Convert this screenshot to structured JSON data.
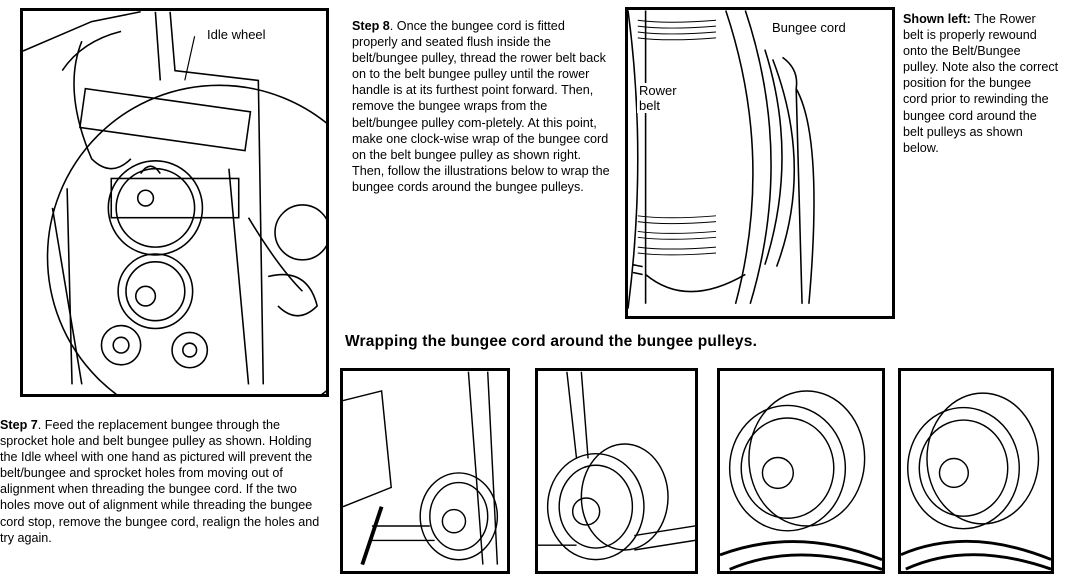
{
  "figure_main": {
    "callout": "Idle wheel"
  },
  "step8": {
    "label": "Step 8",
    "text": ".  Once the bungee cord is fitted properly and seated flush inside the belt/bungee pulley, thread the rower belt back on to the belt bungee pulley until the rower handle is at its furthest point forward.  Then, remove the bungee wraps from the belt/bungee pulley com-pletely.   At this point, make one clock-wise wrap of the bungee cord on the belt bungee pulley as shown right.  Then, follow the illustrations below to wrap the bungee cords around the bungee pulleys."
  },
  "figure_belt": {
    "callout_bungee": "Bungee cord",
    "callout_rower": "Rower belt"
  },
  "shown_left": {
    "label": "Shown left:",
    "text": " The Rower belt is properly rewound onto the Belt/Bungee pulley. Note also the correct position for the bungee cord prior to rewinding the bungee cord around the belt pulleys as shown below."
  },
  "wrapping_heading": "Wrapping the bungee cord around the bungee pulleys.",
  "step7": {
    "label": "Step 7",
    "text": ".  Feed the replacement bungee through the sprocket hole and belt bungee pulley as shown. Holding the Idle wheel with one hand as pictured will prevent the belt/bungee and sprocket holes from moving out of alignment when threading the bungee cord.  If the two holes move out of alignment while threading the bungee cord stop, remove the bungee cord, realign the holes and try again."
  }
}
